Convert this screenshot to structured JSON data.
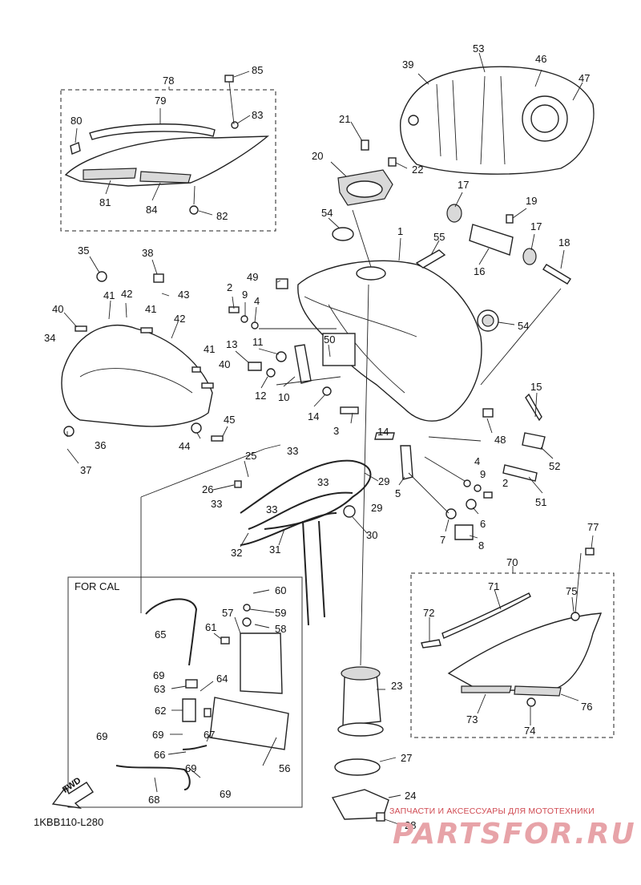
{
  "diagram": {
    "subsection_label": "FOR CAL",
    "code": "1KBB110-L280",
    "direction_label": "FWD",
    "watermark": {
      "tagline": "ЗАПЧАСТИ И АКСЕССУАРЫ ДЛЯ МОТОТЕХНИКИ",
      "site": "PARTSFOR.RU"
    },
    "callouts": [
      "1",
      "2",
      "3",
      "4",
      "5",
      "6",
      "7",
      "8",
      "9",
      "10",
      "11",
      "12",
      "13",
      "14",
      "15",
      "16",
      "17",
      "18",
      "19",
      "20",
      "21",
      "22",
      "23",
      "24",
      "25",
      "26",
      "27",
      "28",
      "29",
      "30",
      "31",
      "32",
      "33",
      "34",
      "35",
      "36",
      "37",
      "38",
      "39",
      "40",
      "41",
      "42",
      "43",
      "44",
      "45",
      "46",
      "47",
      "48",
      "49",
      "50",
      "51",
      "52",
      "53",
      "54",
      "55",
      "56",
      "57",
      "58",
      "59",
      "60",
      "61",
      "62",
      "63",
      "64",
      "65",
      "66",
      "67",
      "68",
      "69",
      "70",
      "71",
      "72",
      "73",
      "74",
      "75",
      "76",
      "78",
      "79",
      "80",
      "81",
      "82",
      "83",
      "84",
      "85"
    ]
  }
}
